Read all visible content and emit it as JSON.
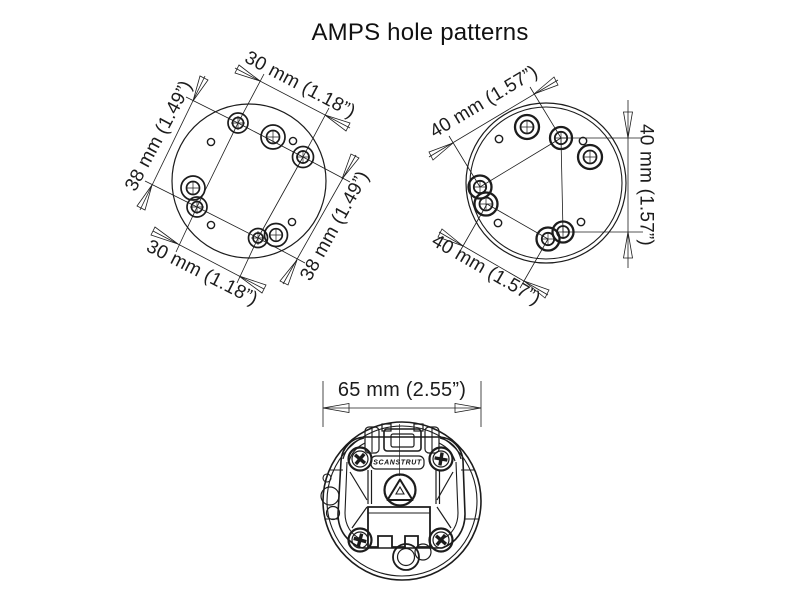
{
  "title": "AMPS hole patterns",
  "plate_30x38": {
    "dim_top": "30 mm (1.18”)",
    "dim_left": "38 mm (1.49”)",
    "dim_bottom": "30 mm (1.18”)",
    "dim_right": "38 mm (1.49”)"
  },
  "plate_40x40": {
    "dim_top": "40 mm (1.57”)",
    "dim_right": "40 mm (1.57”)",
    "dim_bottom": "40 mm (1.57”)"
  },
  "device": {
    "dim_width": "65 mm (2.55”)",
    "logo_text": "SCANSTRUT"
  },
  "colors": {
    "line": "#1c1c1c",
    "background": "#ffffff"
  }
}
